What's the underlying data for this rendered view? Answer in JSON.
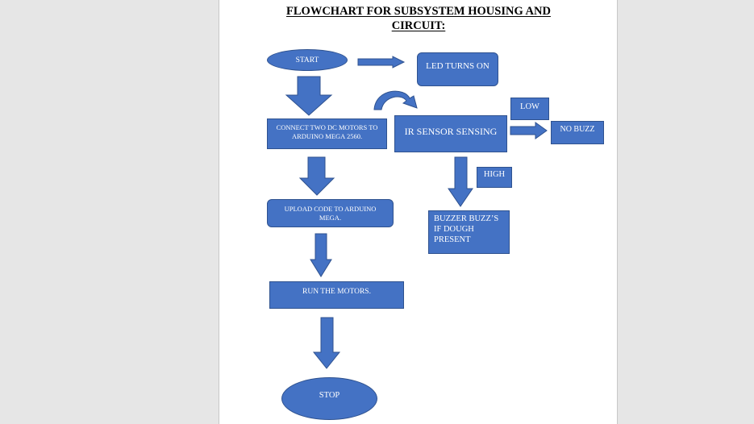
{
  "document": {
    "title_line1": "FLOWCHART FOR SUBSYSTEM HOUSING AND",
    "title_line2": "CIRCUIT:"
  },
  "flowchart": {
    "start": "START",
    "led": "LED TURNS ON",
    "connect_line1": "CONNECT TWO DC MOTORS TO",
    "connect_line2": "ARDUINO MEGA 2560.",
    "upload_line1": "UPLOAD CODE TO ARDUINO",
    "upload_line2": "MEGA.",
    "run": "RUN THE MOTORS.",
    "stop": "STOP",
    "ir": "IR SENSOR SENSING",
    "low": "LOW",
    "no_buzz": "NO BUZZ",
    "high": "HIGH",
    "buzzer_line1": "BUZZER BUZZ’S",
    "buzzer_line2": "IF DOUGH",
    "buzzer_line3": "PRESENT"
  },
  "colors": {
    "shape_fill": "#4472c4",
    "shape_border": "#2f528f",
    "text_on_shape": "#ffffff"
  }
}
